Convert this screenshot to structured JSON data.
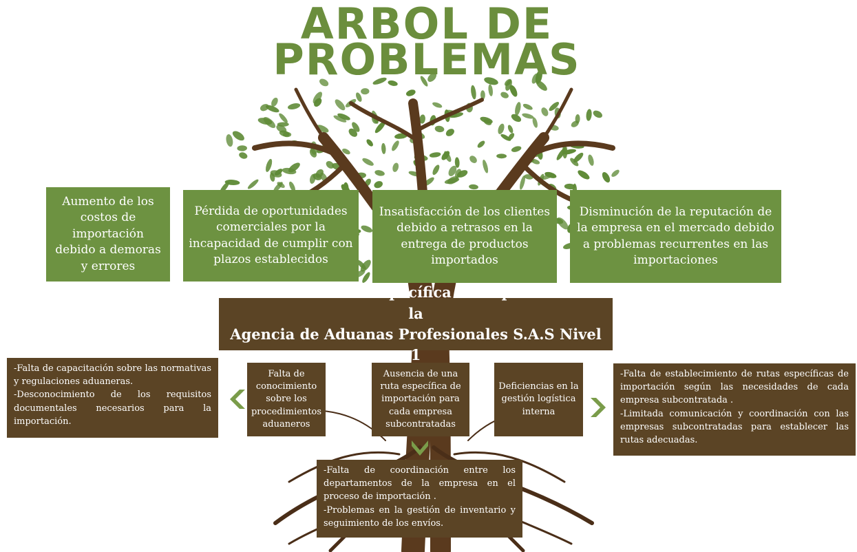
{
  "title": {
    "line1": "ARBOL DE",
    "line2": "PROBLEMAS"
  },
  "effects": [
    "Aumento de los costos de importación debido a demoras y errores",
    "Pérdida de oportunidades comerciales por la incapacidad de cumplir con plazos establecidos",
    "Insatisfacción de los clientes debido a retrasos en la entrega de productos importados",
    "Disminución de la reputación de la empresa en el mercado debido a problemas recurrentes en las importaciones"
  ],
  "core_problem": {
    "line1": "Falta de una ruta específica de importación en la",
    "line2": "Agencia de Aduanas Profesionales S.A.S Nivel 1"
  },
  "causes": [
    "Falta de conocimiento sobre los procedimientos aduaneros",
    "Ausencia de una ruta específica de importación para cada empresa subcontratadas",
    "Deficiencias en la gestión logística interna"
  ],
  "details": {
    "left": [
      "-Falta de capacitación sobre las normativas y regulaciones aduaneras.",
      "-Desconocimiento de los requisitos documentales necesarios para la importación."
    ],
    "bottom": [
      "-Falta de coordinación entre los departamentos de la empresa en el proceso de importación .",
      "-Problemas en la gestión de inventario y seguimiento de los envíos."
    ],
    "right": [
      "-Falta de establecimiento de rutas específicas de importación según las necesidades de cada empresa subcontratada .",
      "-Limitada comunicación y coordinación con las empresas subcontratadas para establecer las rutas adecuadas."
    ]
  },
  "colors": {
    "title": "#6b8e3d",
    "effect_box": "#6d9241",
    "cause_box": "#5b4425",
    "tree": "#5a3a1e",
    "leaf": "#5e8a36",
    "arrow": "#7a9c4a"
  },
  "icons": [
    "chevron-left-icon",
    "chevron-right-icon",
    "chevron-down-icon"
  ]
}
